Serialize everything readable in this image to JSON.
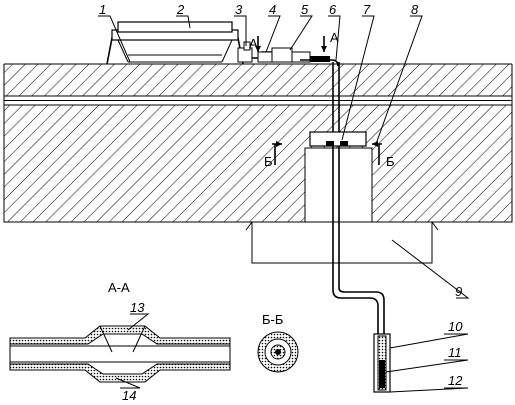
{
  "callouts": [
    "1",
    "2",
    "3",
    "4",
    "5",
    "6",
    "7",
    "8",
    "9",
    "10",
    "11",
    "12",
    "13",
    "14"
  ],
  "section_marks": {
    "a_top_left": "А",
    "a_top_right": "А",
    "b_left": "Б",
    "b_right": "Б"
  },
  "section_titles": {
    "aa": "А-А",
    "bb": "Б-Б"
  }
}
